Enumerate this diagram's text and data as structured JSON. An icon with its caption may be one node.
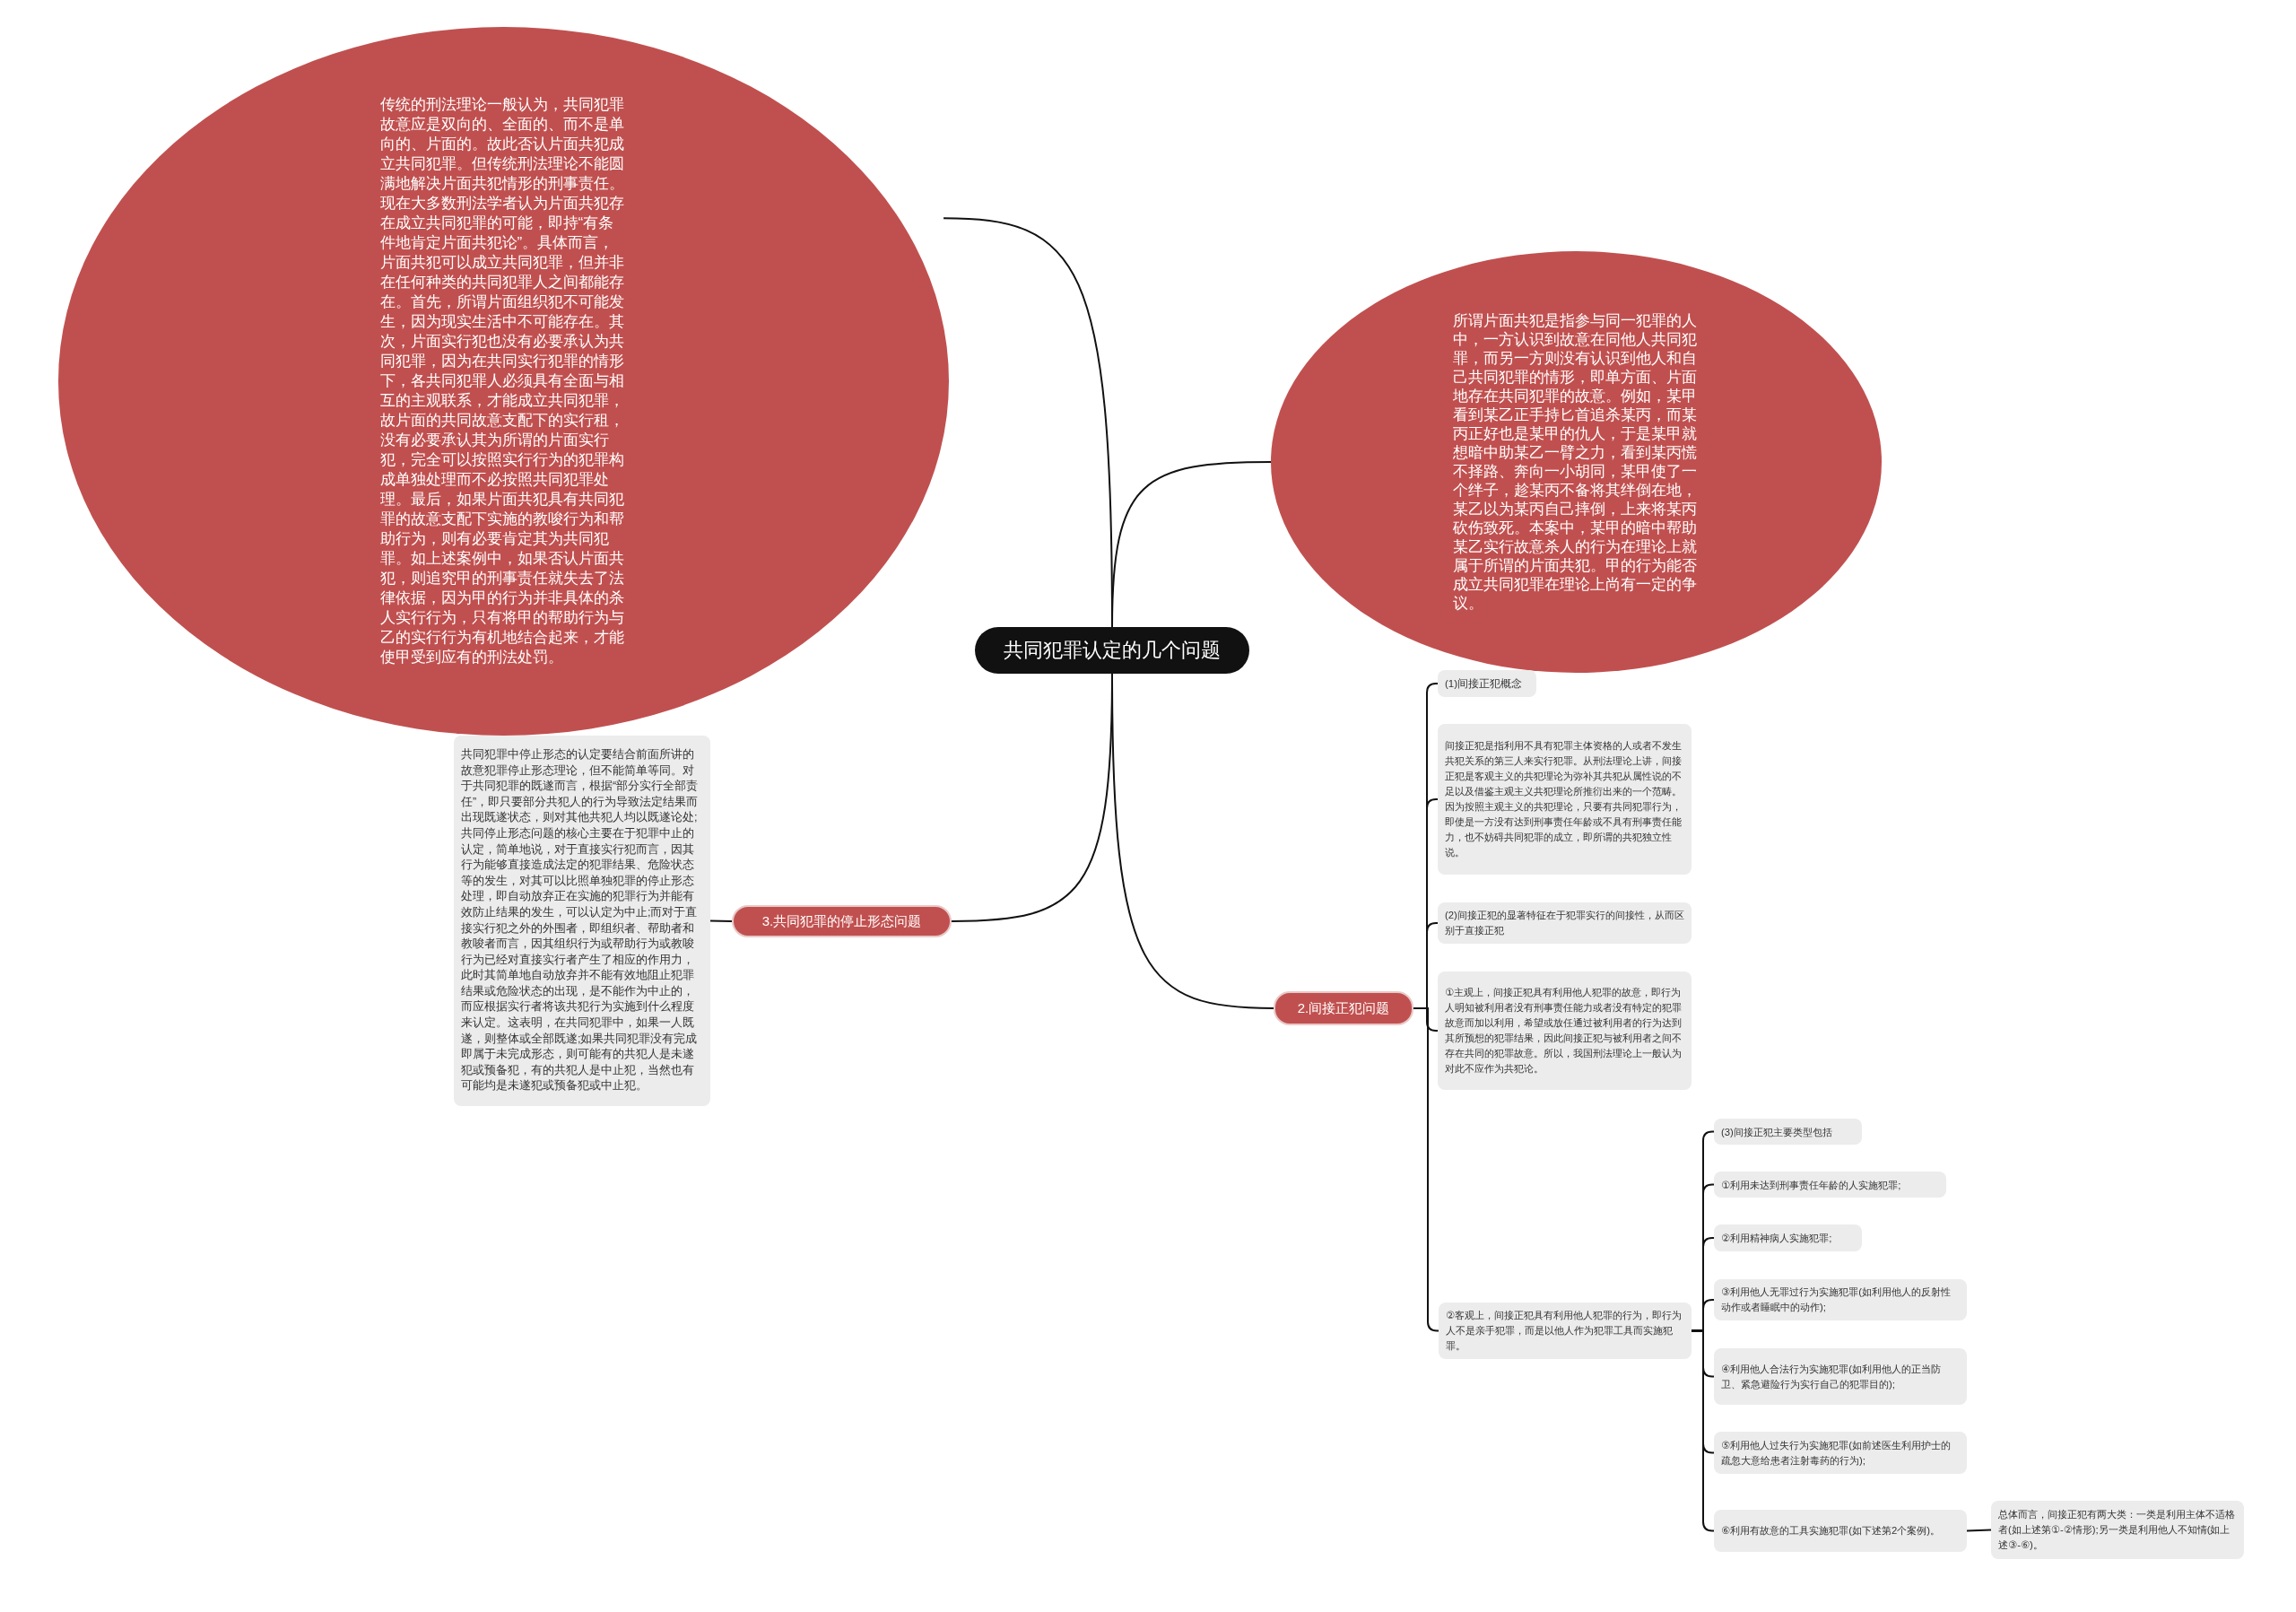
{
  "diagram": {
    "nodes": [
      {
        "text": [
          "共同犯罪认定的几个问题"
        ]
      },
      {
        "text": [
          "传统的刑法理论一般认为，共同犯罪故意应是双向的、全面的、而不是单向的、片面的。故此否认片面共犯成立共同犯罪。但传统刑法理论不能圆满地解决片面共犯情形的刑事责任。现在大多数刑法学者认为片面共犯存在成立共同犯罪的可能，即持“有条件地肯定片面共犯论”。具体而言，片面共犯可以成立共同犯罪，但并非在任何种类的共同犯罪人之间都能存在。首先，所谓片面组织犯不可能发生，因为现实生活中不可能存在。其次，片面实行犯也没有必要承认为共同犯罪，因为在共同实行犯罪的情形下，各共同犯罪人必须具有全面与相互的主观联系，才能成立共同犯罪，故片面的共同故意支配下的实行租，没有必要承认其为所谓的片面实行犯，完全可以按照实行行为的犯罪构成单独处理而不必按照共同犯罪处理。最后，如果片面共犯具有共同犯罪的故意支配下实施的教唆行为和帮助行为，则有必要肯定其为共同犯罪。如上述案例中，如果否认片面共犯，则追究甲的刑事责任就失去了法律依据，因为甲的行为并非具体的杀人实行行为，只有将甲的帮助行为与乙的实行行为有机地结合起来，才能使甲受到应有的刑法处罚。"
        ]
      },
      {
        "text": [
          "所谓片面共犯是指参与同一犯罪的人中，一方认识到故意在同他人共同犯罪，而另一方则没有认识到他人和自己共同犯罪的情形，即单方面、片面地存在共同犯罪的故意。例如，某甲看到某乙正手持匕首追杀某丙，而某丙正好也是某甲的仇人，于是某甲就想暗中助某乙一臂之力，看到某丙慌不择路、奔向一小胡同，某甲使了一个绊子，趁某丙不备将其绊倒在地，某乙以为某丙自己摔倒，上来将某丙砍伤致死。本案中，某甲的暗中帮助某乙实行故意杀人的行为在理论上就属于所谓的片面共犯。甲的行为能否成立共同犯罪在理论上尚有一定的争议。"
        ]
      },
      {
        "text": [
          "3.共同犯罪的停止形态问题"
        ]
      },
      {
        "text": [
          "共同犯罪中停止形态的认定要结合前面所讲的故意犯罪停止形态理论，但不能简单等同。对于共同犯罪的既遂而言，根据“部分实行全部责任”，即只要部分共犯人的行为导致法定结果而出现既遂状态，则对其他共犯人均以既遂论处;共同停止形态问题的核心主要在于犯罪中止的认定，简单地说，对于直接实行犯而言，因其行为能够直接造成法定的犯罪结果、危险状态等的发生，对其可以比照单独犯罪的停止形态处理，即自动放弃正在实施的犯罪行为并能有效防止结果的发生，可以认定为中止;而对于直接实行犯之外的外围者，即组织者、帮助者和教唆者而言，因其组织行为或帮助行为或教唆行为已经对直接实行者产生了相应的作用力，此时其简单地自动放弃并不能有效地阻止犯罪结果或危险状态的出现，是不能作为中止的，而应根据实行者将该共犯行为实施到什么程度来认定。这表明，在共同犯罪中，如果一人既遂，则整体或全部既遂;如果共同犯罪没有完成即属于未完成形态，则可能有的共犯人是未遂犯或预备犯，有的共犯人是中止犯，当然也有可能均是未遂犯或预备犯或中止犯。"
        ]
      },
      {
        "text": [
          "2.间接正犯问题"
        ]
      },
      {
        "text": [
          "(1)间接正犯概念"
        ]
      },
      {
        "text": [
          "间接正犯是指利用不具有犯罪主体资格的人或者不发生共犯关系的第三人来实行犯罪。从刑法理论上讲，间接正犯是客观主义的共犯理论为弥补其共犯从属性说的不足以及借鉴主观主义共犯理论所推衍出来的一个范畴。因为按照主观主义的共犯理论，只要有共同犯罪行为，即使是一方没有达到刑事责任年龄或不具有刑事责任能力，也不妨碍共同犯罪的成立，即所谓的共犯独立性说。"
        ]
      },
      {
        "text": [
          "(2)间接正犯的显著特征在于犯罪实行的间接性，从而区别于直接正犯"
        ]
      },
      {
        "text": [
          "①主观上，间接正犯具有利用他人犯罪的故意，即行为人明知被利用者没有刑事责任能力或者没有特定的犯罪故意而加以利用，希望或放任通过被利用者的行为达到其所预想的犯罪结果，因此间接正犯与被利用者之间不存在共同的犯罪故意。所以，我国刑法理论上一般认为对此不应作为共犯论。"
        ]
      },
      {
        "text": [
          "②客观上，间接正犯具有利用他人犯罪的行为，即行为人不是亲手犯罪，而是以他人作为犯罪工具而实施犯罪。"
        ]
      },
      {
        "text": [
          "(3)间接正犯主要类型包括"
        ]
      },
      {
        "text": [
          "①利用未达到刑事责任年龄的人实施犯罪;"
        ]
      },
      {
        "text": [
          "②利用精神病人实施犯罪;"
        ]
      },
      {
        "text": [
          "③利用他人无罪过行为实施犯罪(如利用他人的反射性动作或者睡眠中的动作);"
        ]
      },
      {
        "text": [
          "④利用他人合法行为实施犯罪(如利用他人的正当防卫、紧急避险行为实行自己的犯罪目的);"
        ]
      },
      {
        "text": [
          "⑤利用他人过失行为实施犯罪(如前述医生利用护士的疏忽大意给患者注射毒药的行为);"
        ]
      },
      {
        "text": [
          "⑥利用有故意的工具实施犯罪(如下述第2个案例)。"
        ]
      },
      {
        "text": [
          "总体而言，间接正犯有两大类：一类是利用主体不适格者(如上述第①-②情形);另一类是利用他人不知情(如上述③-⑥)。"
        ]
      }
    ],
    "edges": [
      {
        "from": 0,
        "to": 1,
        "arrow": "none"
      },
      {
        "from": 0,
        "to": 2,
        "arrow": "none"
      },
      {
        "from": 0,
        "to": 3,
        "arrow": "none"
      },
      {
        "from": 3,
        "to": 4,
        "arrow": "none"
      },
      {
        "from": 0,
        "to": 5,
        "arrow": "none"
      },
      {
        "from": 5,
        "to": 6,
        "arrow": "none"
      },
      {
        "from": 5,
        "to": 7,
        "arrow": "none"
      },
      {
        "from": 5,
        "to": 8,
        "arrow": "none"
      },
      {
        "from": 5,
        "to": 9,
        "arrow": "none"
      },
      {
        "from": 5,
        "to": 10,
        "arrow": "none"
      },
      {
        "from": 10,
        "to": 11,
        "arrow": "none"
      },
      {
        "from": 10,
        "to": 12,
        "arrow": "none"
      },
      {
        "from": 10,
        "to": 13,
        "arrow": "none"
      },
      {
        "from": 10,
        "to": 14,
        "arrow": "none"
      },
      {
        "from": 10,
        "to": 15,
        "arrow": "none"
      },
      {
        "from": 10,
        "to": 16,
        "arrow": "none"
      },
      {
        "from": 10,
        "to": 17,
        "arrow": "none"
      },
      {
        "from": 17,
        "to": 18,
        "arrow": "none"
      }
    ]
  }
}
